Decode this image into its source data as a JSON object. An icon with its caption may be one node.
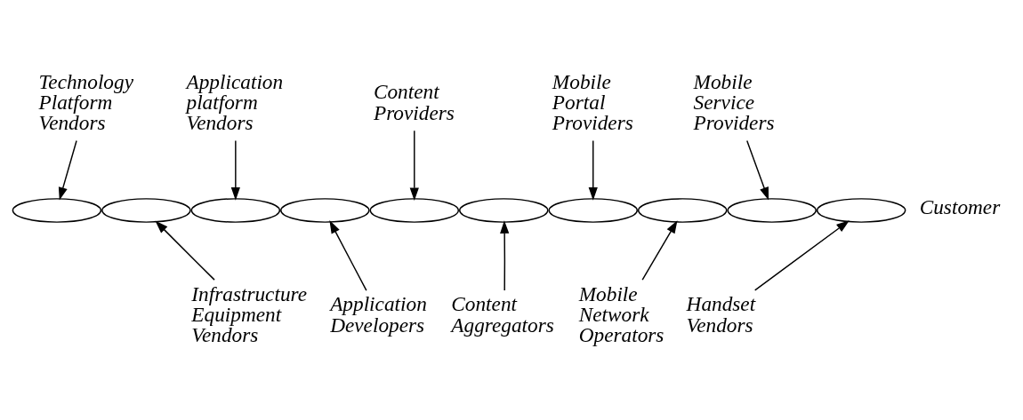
{
  "diagram": {
    "nodes": [
      {
        "text": [
          "Technology Platform Vendors"
        ]
      },
      {
        "text": [
          "Application platform Vendors"
        ]
      },
      {
        "text": [
          "Content Providers"
        ]
      },
      {
        "text": [
          "Mobile Portal Providers"
        ]
      },
      {
        "text": [
          "Mobile Service Providers"
        ]
      },
      {
        "text": [],
        "shape": "ellipse"
      },
      {
        "text": [],
        "shape": "ellipse"
      },
      {
        "text": [],
        "shape": "ellipse"
      },
      {
        "text": [],
        "shape": "ellipse"
      },
      {
        "text": [],
        "shape": "ellipse"
      },
      {
        "text": [],
        "shape": "ellipse"
      },
      {
        "text": [],
        "shape": "ellipse"
      },
      {
        "text": [],
        "shape": "ellipse"
      },
      {
        "text": [],
        "shape": "ellipse"
      },
      {
        "text": [],
        "shape": "ellipse"
      },
      {
        "text": [
          "Infrastructure Equipment Vendors"
        ]
      },
      {
        "text": [
          "Application Developers"
        ]
      },
      {
        "text": [
          "Content Aggregators"
        ]
      },
      {
        "text": [
          "Mobile Network Operators"
        ]
      },
      {
        "text": [
          "Handset Vendors"
        ]
      }
    ],
    "edges": [
      {
        "from": 0,
        "to": 5,
        "arrow": "to"
      },
      {
        "from": 1,
        "to": 7,
        "arrow": "to"
      },
      {
        "from": 2,
        "to": 9,
        "arrow": "to"
      },
      {
        "from": 3,
        "to": 11,
        "arrow": "to"
      },
      {
        "from": 4,
        "to": 13,
        "arrow": "to"
      },
      {
        "from": 15,
        "to": 6,
        "arrow": "to"
      },
      {
        "from": 16,
        "to": 8,
        "arrow": "to"
      },
      {
        "from": 17,
        "to": 10,
        "arrow": "to"
      },
      {
        "from": 18,
        "to": 12,
        "arrow": "to"
      },
      {
        "from": 19,
        "to": 14,
        "arrow": "to"
      }
    ],
    "labels": [
      "Customer"
    ]
  }
}
